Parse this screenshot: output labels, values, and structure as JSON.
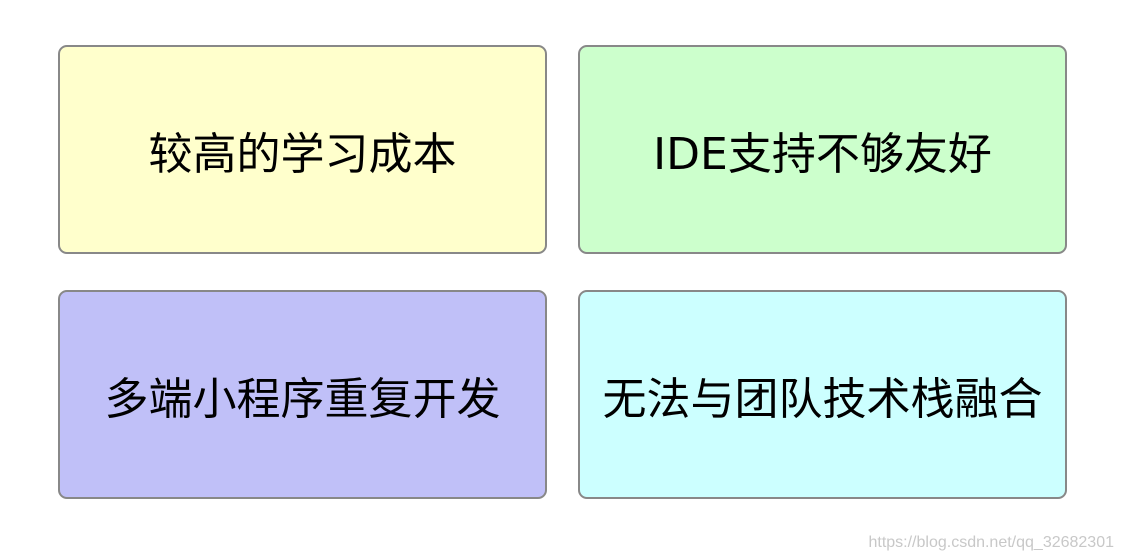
{
  "cards": [
    {
      "label": "较高的学习成本",
      "color": "#ffffcc"
    },
    {
      "label": "IDE支持不够友好",
      "color": "#ccffcc"
    },
    {
      "label": "多端小程序重复开发",
      "color": "#c0c0f8"
    },
    {
      "label": "无法与团队技术栈融合",
      "color": "#ccffff"
    }
  ],
  "watermark": "https://blog.csdn.net/qq_32682301"
}
